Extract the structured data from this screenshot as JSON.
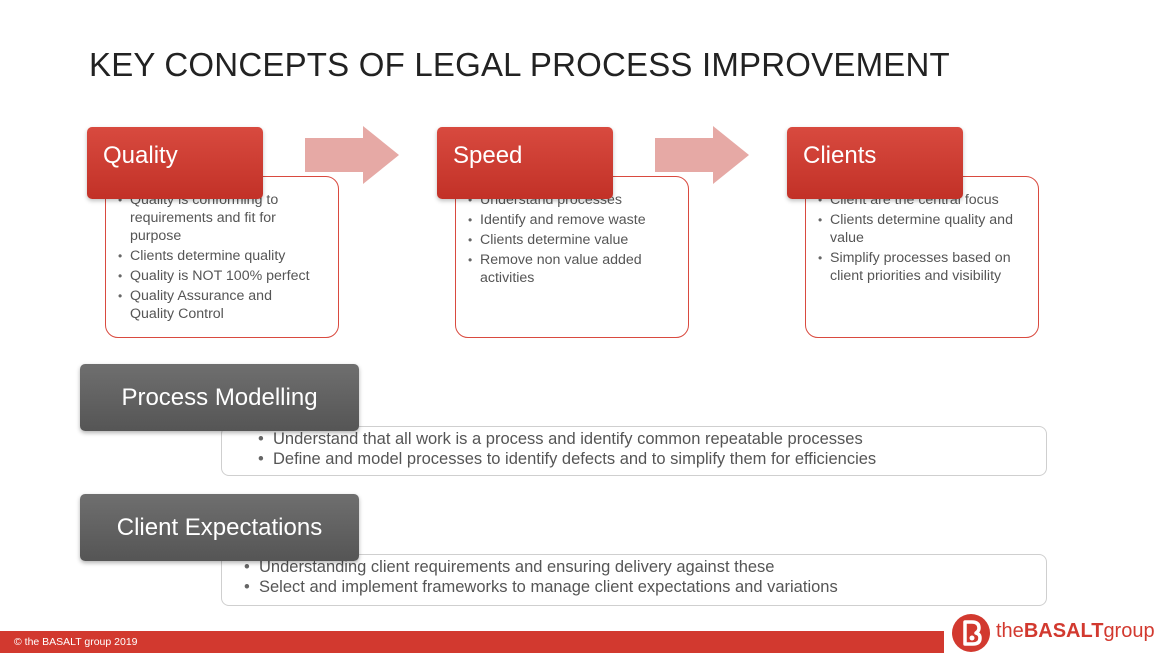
{
  "title": "KEY CONCEPTS OF LEGAL PROCESS IMPROVEMENT",
  "concepts": [
    {
      "heading": "Quality",
      "bullets": [
        "Quality is  conforming to requirements and fit for purpose",
        "Clients determine quality",
        "Quality is NOT 100% perfect",
        "Quality Assurance and Quality Control"
      ]
    },
    {
      "heading": "Speed",
      "bullets": [
        "Understand processes",
        "Identify and remove waste",
        "Clients determine value",
        "Remove non value added activities"
      ]
    },
    {
      "heading": "Clients",
      "bullets": [
        "Client are the central focus",
        "Clients determine quality and value",
        "Simplify processes based on client priorities and visibility"
      ]
    }
  ],
  "sections": [
    {
      "heading": "Process Modelling",
      "bullets": [
        "Understand that all work is a process and identify common repeatable processes",
        "Define and model processes to identify defects and to simplify them for efficiencies"
      ]
    },
    {
      "heading": "Client Expectations",
      "bullets": [
        "Understanding client requirements and ensuring delivery against these",
        "Select and implement frameworks to manage client expectations and variations"
      ]
    }
  ],
  "footer": {
    "copyright": "© the BASALT group 2019",
    "brand_prefix": "the",
    "brand_bold": "BASALT",
    "brand_suffix": "group"
  },
  "colors": {
    "accent_red": "#d2392f",
    "arrow_pink": "#e6a9a5",
    "section_gray": "#5f5f5f"
  },
  "icons": {
    "arrow": "right-arrow-icon",
    "logo": "basalt-logo-icon"
  }
}
